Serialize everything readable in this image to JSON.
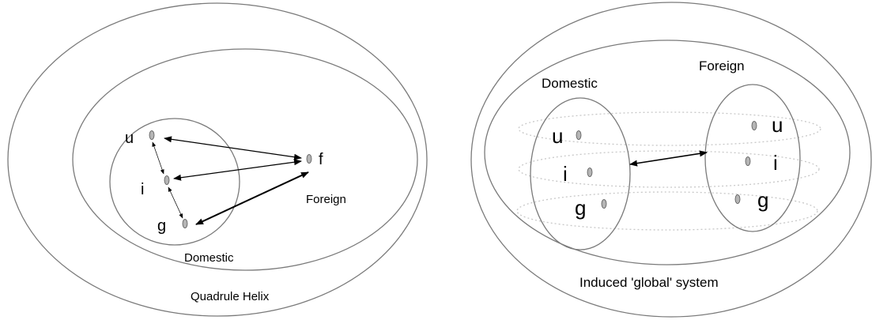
{
  "left_panel": {
    "outer_label": "Quadrule Helix",
    "inner_label": "Domestic",
    "foreign_label": "Foreign",
    "nodes": {
      "u": "u",
      "i": "i",
      "g": "g",
      "f": "f"
    }
  },
  "right_panel": {
    "outer_label": "Induced 'global' system",
    "domestic_label": "Domestic",
    "foreign_label": "Foreign",
    "domestic_nodes": {
      "u": "u",
      "i": "i",
      "g": "g"
    },
    "foreign_nodes": {
      "u": "u",
      "i": "i",
      "g": "g"
    }
  },
  "colors": {
    "outline": "#7a7a7a",
    "node_fill": "#b5b5b5",
    "dotted": "#c8c8c8",
    "arrow": "#000000"
  }
}
